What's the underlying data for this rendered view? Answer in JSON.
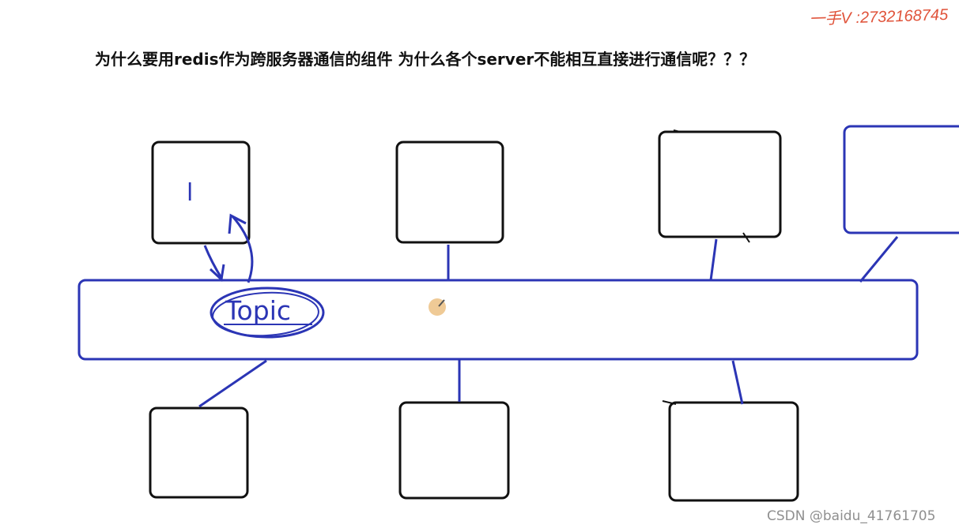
{
  "header": {
    "question": "为什么要用redis作为跨服务器通信的组件    为什么各个server不能相互直接进行通信呢？？？",
    "contact": "一手V :2732168745"
  },
  "diagram": {
    "bus_label": "Topic",
    "box_mark": "l"
  },
  "footer": {
    "watermark": "CSDN @baidu_41761705"
  },
  "colors": {
    "box_stroke": "#111111",
    "bus_stroke": "#2b35b5",
    "contact_text": "#e0533a",
    "cursor": "#e8b36a"
  }
}
